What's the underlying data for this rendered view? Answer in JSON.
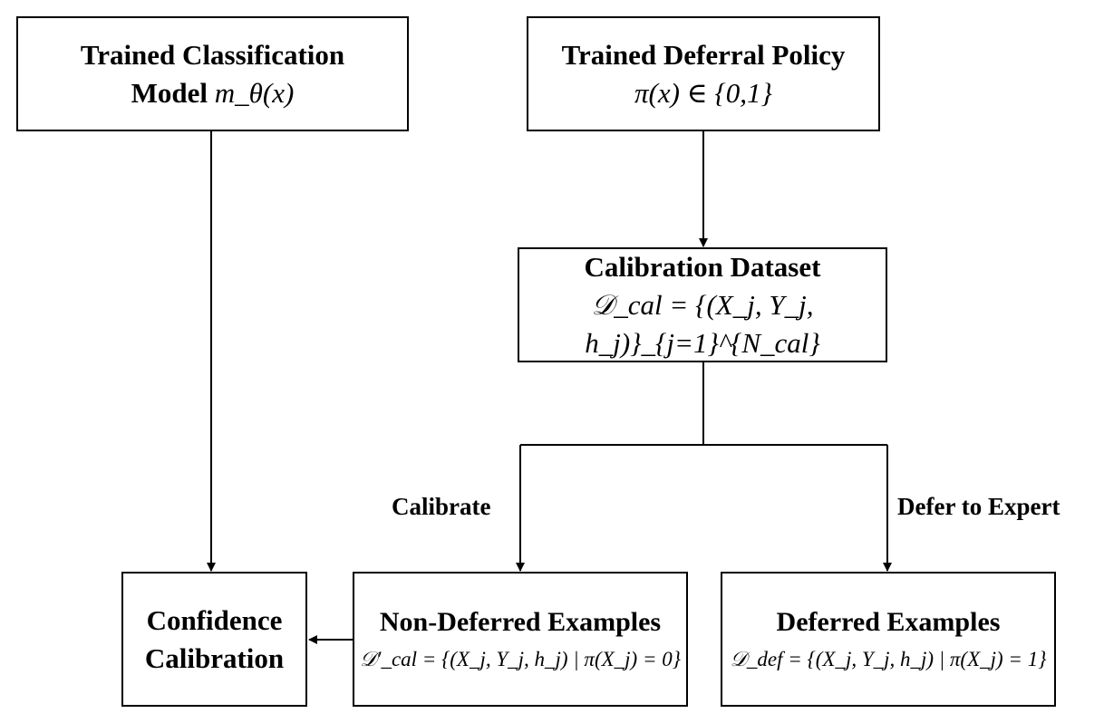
{
  "boxes": {
    "classification_model": {
      "title": "Trained Classification",
      "line2_label": "Model",
      "formula": "m_θ(x)"
    },
    "deferral_policy": {
      "title": "Trained Deferral Policy",
      "formula": "π(x) ∈ {0,1}"
    },
    "calibration_dataset": {
      "title": "Calibration Dataset",
      "formula": "𝒟_cal = {(X_j, Y_j, h_j)}_{j=1}^{N_cal}"
    },
    "confidence_calibration": {
      "line1": "Confidence",
      "line2": "Calibration"
    },
    "non_deferred": {
      "title": "Non-Deferred Examples",
      "formula": "𝒟′_cal = {(X_j, Y_j, h_j) | π(X_j) = 0}"
    },
    "deferred": {
      "title": "Deferred Examples",
      "formula": "𝒟_def = {(X_j, Y_j, h_j) | π(X_j) = 1}"
    }
  },
  "edges": {
    "calibrate_label": "Calibrate",
    "defer_label": "Defer to Expert"
  }
}
